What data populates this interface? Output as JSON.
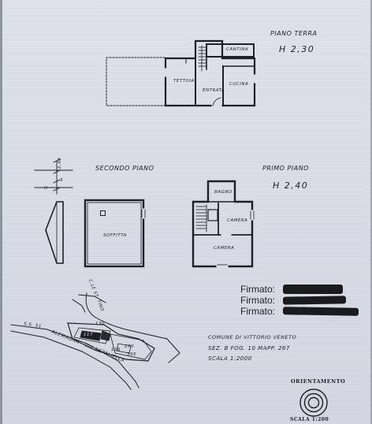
{
  "ground_floor": {
    "title": "PIANO TERRA",
    "height": "H 2,30",
    "rooms": {
      "tettoia": "TETTOIA",
      "cantina": "CANTINA",
      "cucina": "CUCINA",
      "entrata": "ENTRATA"
    }
  },
  "second_floor": {
    "title": "SECONDO PIANO",
    "rooms": {
      "soffitta": "SOFFITTA"
    }
  },
  "first_floor": {
    "title": "PRIMO PIANO",
    "height": "H 2,40",
    "rooms": {
      "bagno": "BAGNO",
      "camera_small": "CAMERA",
      "camera_large": "CAMERA"
    }
  },
  "section": {
    "dim_top": "2,40",
    "dim_mid": "3",
    "dim_h": "H"
  },
  "signatures": [
    "Firmato:",
    "Firmato:",
    "Firmato:"
  ],
  "map": {
    "road_left": "S.S. 51",
    "road_name": "ALEMAGNA - VIA NEPALIELLA",
    "labels": [
      "C.LE ST. TINO",
      "130",
      "270",
      "395",
      "117",
      "116"
    ]
  },
  "cadastral": {
    "municipality": "COMUNE DI VITTORIO VENETO",
    "parcel": "SEZ. B  FOG. 10  MAPP. 267",
    "scale": "SCALA  1:2000"
  },
  "orientation": {
    "label": "ORIENTAMENTO",
    "scale": "SCALA 1:200"
  },
  "colors": {
    "paper": "#d9dde6",
    "ink": "#1c1c22",
    "redaction": "#1b1b1e"
  }
}
